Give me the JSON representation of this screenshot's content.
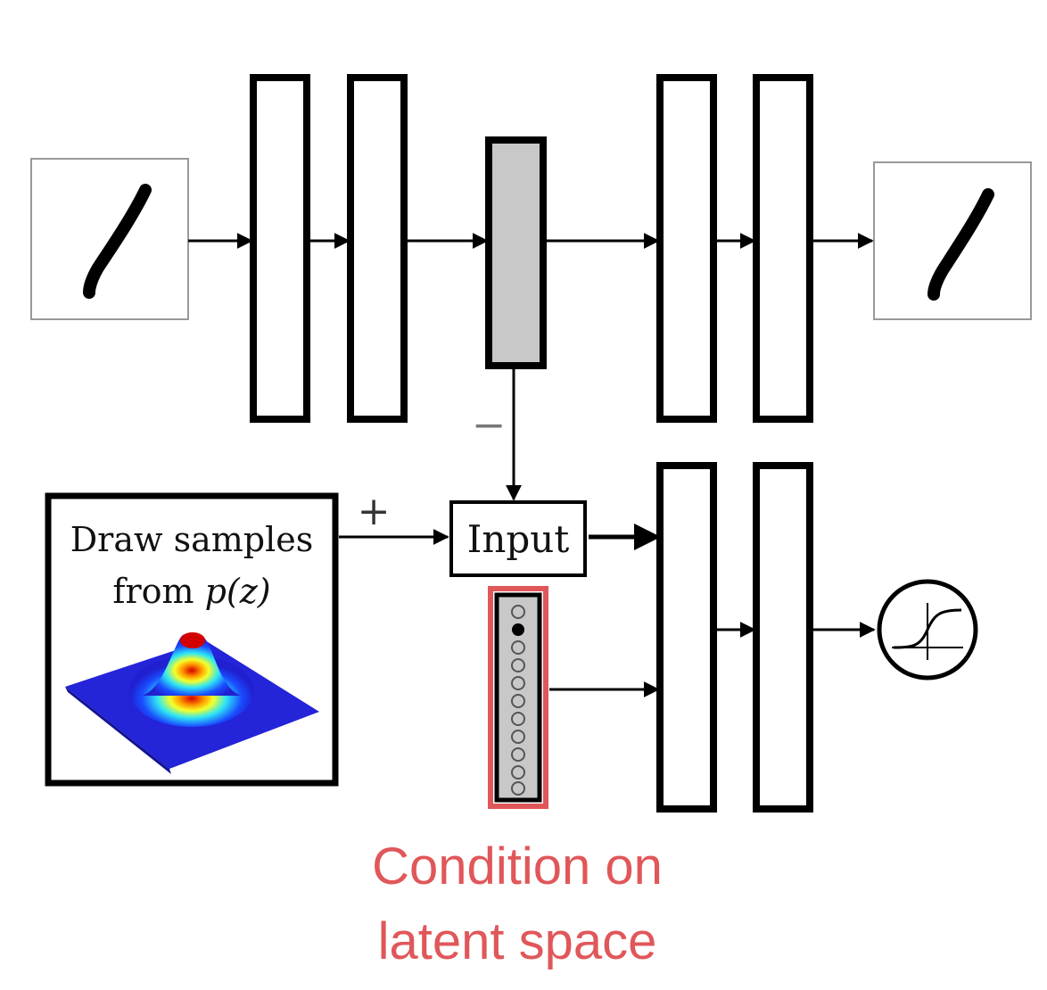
{
  "diagram": {
    "sampler": {
      "line1": "Draw samples",
      "line2_prefix": "from ",
      "line2_math": "p(z)"
    },
    "input_label": "Input",
    "plus_sign": "+",
    "minus_sign": "−",
    "caption": {
      "line1": "Condition on",
      "line2": "latent space"
    },
    "colors": {
      "latent_fill": "#c8c8c8",
      "highlight": "#e0575a",
      "stroke": "#000000"
    },
    "icons": [
      "digit-one-image",
      "gaussian-surface-image",
      "sigmoid-icon"
    ]
  }
}
